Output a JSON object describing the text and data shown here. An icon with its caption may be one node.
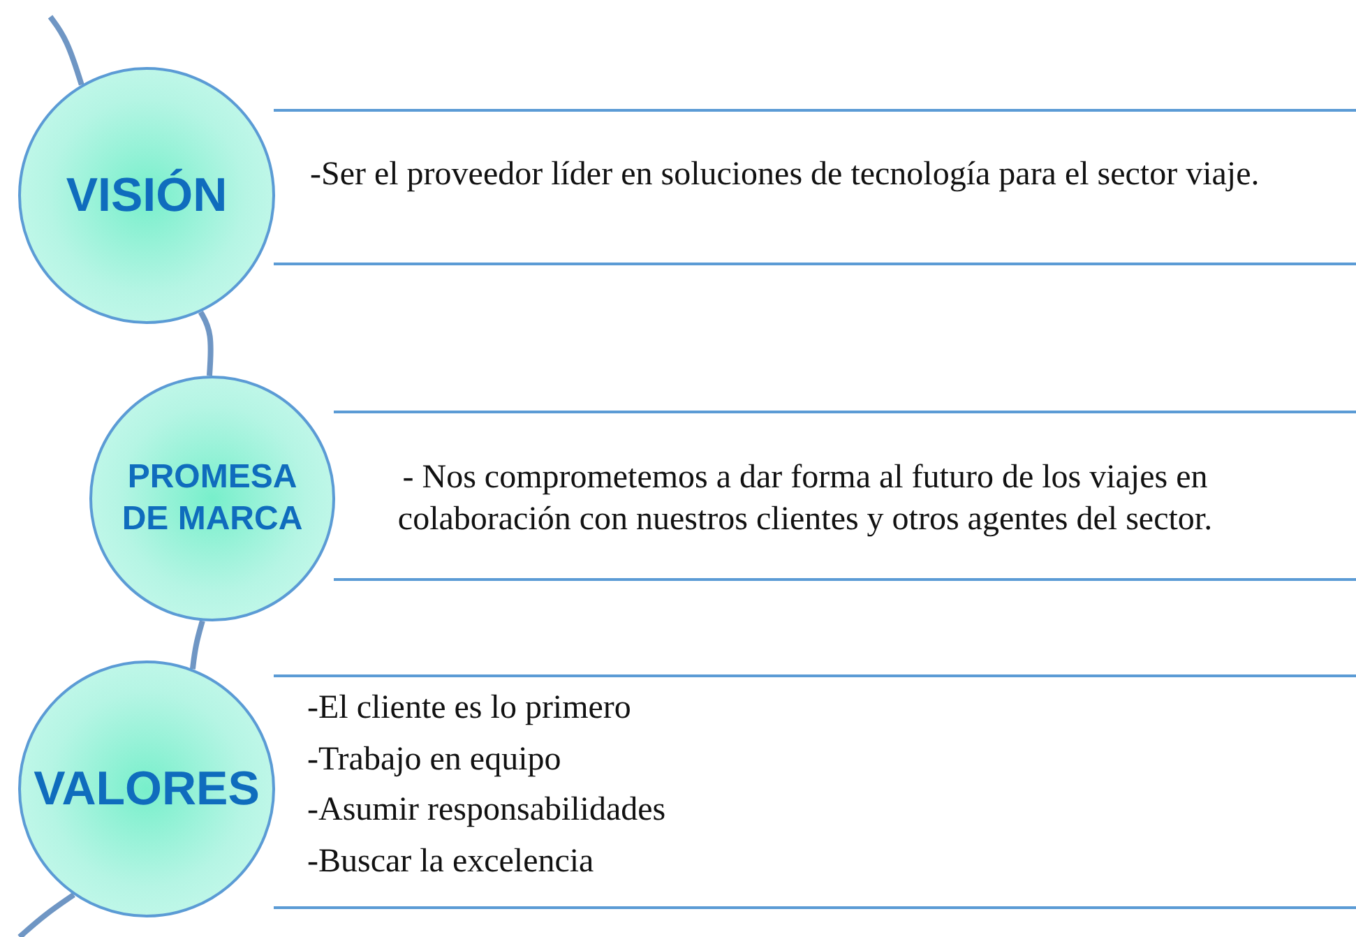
{
  "diagram": {
    "nodes": [
      {
        "text": [
          "VISIÓN"
        ]
      },
      {
        "text": [
          "-Ser el proveedor líder en soluciones de tecnología para el sector viaje."
        ]
      },
      {
        "text": [
          "PROMESA DE MARCA"
        ]
      },
      {
        "text": [
          "- Nos comprometemos a dar forma al futuro de los viajes en colaboración con nuestros clientes y otros agentes del sector."
        ]
      },
      {
        "text": [
          "VALORES"
        ]
      },
      {
        "text": [
          "-El cliente es lo primero",
          "-Trabajo en equipo",
          "-Asumir responsabilidades",
          "-Buscar la excelencia"
        ]
      }
    ],
    "edges": [
      {
        "from": null,
        "to": 0,
        "arrow": "none"
      },
      {
        "from": 0,
        "to": 2,
        "arrow": "none"
      },
      {
        "from": 2,
        "to": 4,
        "arrow": "none"
      },
      {
        "from": 4,
        "to": null,
        "arrow": "none"
      }
    ]
  }
}
